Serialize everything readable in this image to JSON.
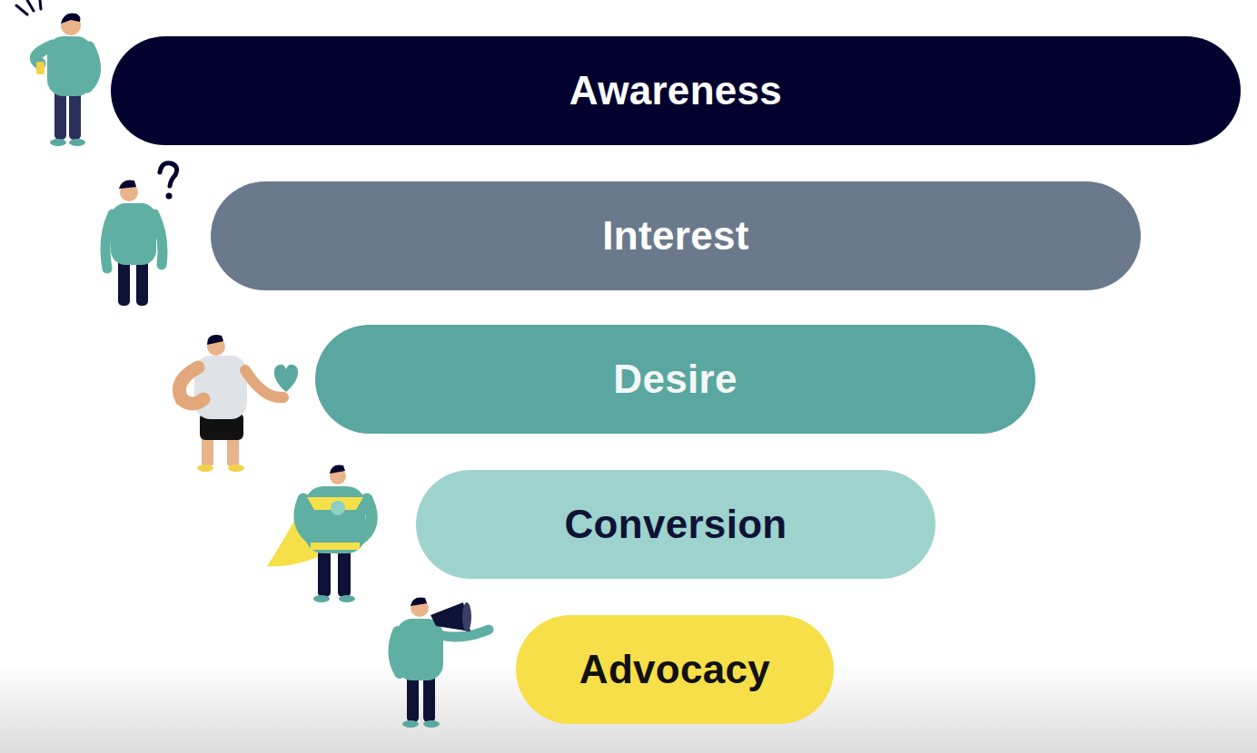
{
  "diagram": {
    "nodes": [
      {
        "text": [
          "Awareness"
        ]
      },
      {
        "text": [
          "Interest"
        ]
      },
      {
        "text": [
          "Desire"
        ]
      },
      {
        "text": [
          "Conversion"
        ]
      },
      {
        "text": [
          "Advocacy"
        ]
      }
    ]
  }
}
